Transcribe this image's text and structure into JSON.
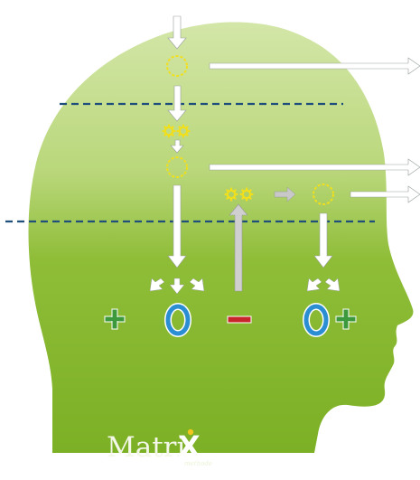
{
  "diagram": {
    "brand": {
      "name": "Matri",
      "mark": "X",
      "tagline": "methode"
    },
    "colors": {
      "head_top": "#cfe2a2",
      "head_bottom": "#7fb32a",
      "dashed_line": "#1f4f7a",
      "arrow_white": "#ffffff",
      "arrow_gray": "#c8c8c8",
      "gear": "#f2df1c",
      "dashed_circle": "#f2df1c",
      "plus": "#3c9a3c",
      "minus": "#c8242c",
      "zero": "#2b8ed2"
    },
    "icons": {
      "gear": "gear-icon",
      "circle": "dashed-circle-icon",
      "plus": "plus-icon",
      "minus": "minus-icon",
      "zero": "zero-icon"
    }
  }
}
